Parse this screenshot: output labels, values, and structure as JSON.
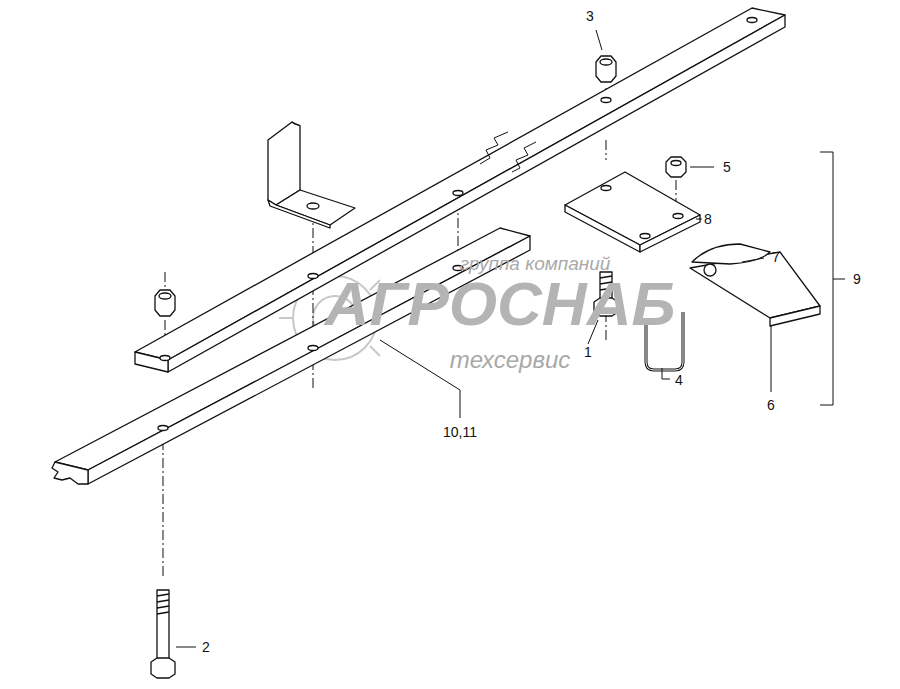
{
  "diagram": {
    "labels": [
      "3",
      "5",
      "8",
      "9",
      "7",
      "группа компаний",
      "АГРОСНАБ",
      "1",
      "техсервис",
      "4",
      "6",
      "10,11",
      "2"
    ]
  }
}
